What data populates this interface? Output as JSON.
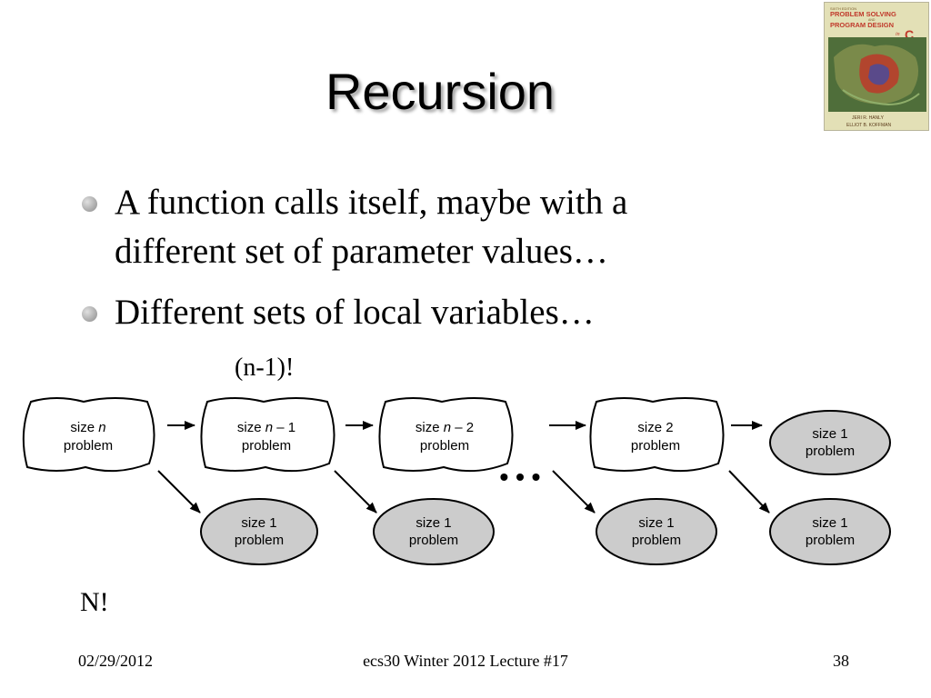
{
  "title": "Recursion",
  "bullets": [
    "A function calls itself, maybe with a different set of parameter values…",
    "Different sets of local variables…"
  ],
  "annotation_top": "(n-1)!",
  "annotation_bottom": "N!",
  "book_cover": {
    "edition": "SIXTH EDITION",
    "line1": "PROBLEM SOLVING",
    "and": "AND",
    "line2": "PROGRAM DESIGN",
    "in": "in",
    "c": "C",
    "author1": "JERI R. HANLY",
    "author2": "ELLIOT B. KOFFMAN"
  },
  "diagram": {
    "ellipsis": "• • •",
    "top_row": [
      {
        "size": "size",
        "var": "n",
        "suffix": "",
        "problem": "problem"
      },
      {
        "size": "size",
        "var": "n",
        "suffix": " – 1",
        "problem": "problem"
      },
      {
        "size": "size",
        "var": "n",
        "suffix": " – 2",
        "problem": "problem"
      },
      {
        "size": "size 2",
        "var": "",
        "suffix": "",
        "problem": "problem"
      },
      {
        "size": "size 1",
        "var": "",
        "suffix": "",
        "problem": "problem"
      }
    ],
    "bottom_row": [
      {
        "size": "size 1",
        "problem": "problem"
      },
      {
        "size": "size 1",
        "problem": "problem"
      },
      {
        "size": "size 1",
        "problem": "problem"
      },
      {
        "size": "size 1",
        "problem": "problem"
      }
    ]
  },
  "footer": {
    "date": "02/29/2012",
    "course": "ecs30 Winter 2012 Lecture #17",
    "page": "38"
  },
  "colors": {
    "ellipse_fill": "#cccccc",
    "book_background": "#e3e0b6",
    "book_title": "#c0392b"
  }
}
